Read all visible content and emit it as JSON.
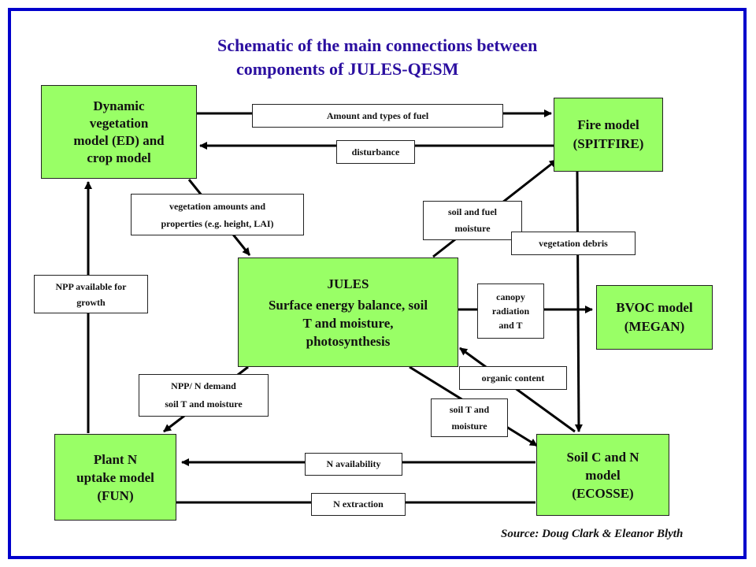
{
  "title": {
    "line1": "Schematic of the main connections between",
    "line2": "components of JULES-QESM"
  },
  "boxes": {
    "dynamic_veg": [
      "Dynamic",
      "vegetation",
      "model (ED) and",
      "crop model"
    ],
    "fire": [
      "Fire model",
      "(SPITFIRE)"
    ],
    "jules": [
      "JULES",
      "Surface energy balance, soil",
      "T and moisture,",
      "photosynthesis"
    ],
    "bvoc": [
      "BVOC model",
      "(MEGAN)"
    ],
    "plant_n": [
      "Plant N",
      "uptake model",
      "(FUN)"
    ],
    "soil_cn": [
      "Soil C and N",
      "model",
      "(ECOSSE)"
    ]
  },
  "labels": {
    "fuel": "Amount and types of fuel",
    "disturbance": "disturbance",
    "veg_amounts": [
      "vegetation amounts and",
      "properties (e.g. height, LAI)"
    ],
    "soil_fuel_moisture": [
      "soil and fuel",
      "moisture"
    ],
    "veg_debris": "vegetation debris",
    "npp_growth": [
      "NPP available for",
      "growth"
    ],
    "canopy": [
      "canopy",
      "radiation",
      "and T"
    ],
    "organic": "organic content",
    "npp_demand": [
      "NPP/ N demand",
      "soil T and moisture"
    ],
    "soil_t_moisture": [
      "soil T and",
      "moisture"
    ],
    "n_availability": "N availability",
    "n_extraction": "N extraction"
  },
  "source": "Source: Doug Clark & Eleanor Blyth"
}
